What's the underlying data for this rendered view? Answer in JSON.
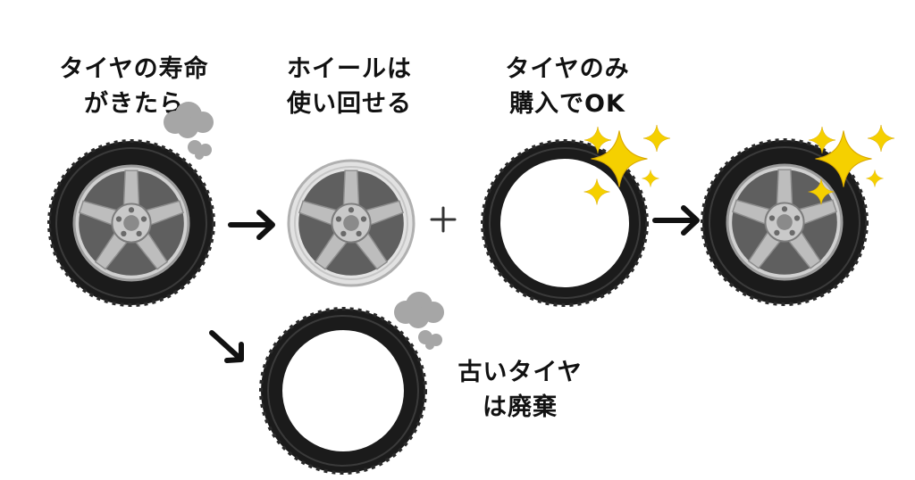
{
  "steps": {
    "worn_tire": {
      "line1": "タイヤの寿命",
      "line2": "がきたら"
    },
    "reuse_wheel": {
      "line1": "ホイールは",
      "line2": "使い回せる"
    },
    "buy_tire": {
      "line1": "タイヤのみ",
      "line2": "購入でOK"
    },
    "dispose": {
      "line1": "古いタイヤ",
      "line2": "は廃棄"
    }
  },
  "colors": {
    "tire": "#1b1b1b",
    "rim": "#bdbdbd",
    "hub": "#8a8a8a",
    "sparkle": "#f5d000",
    "smoke": "#a6a6a6",
    "arrow": "#111111"
  }
}
